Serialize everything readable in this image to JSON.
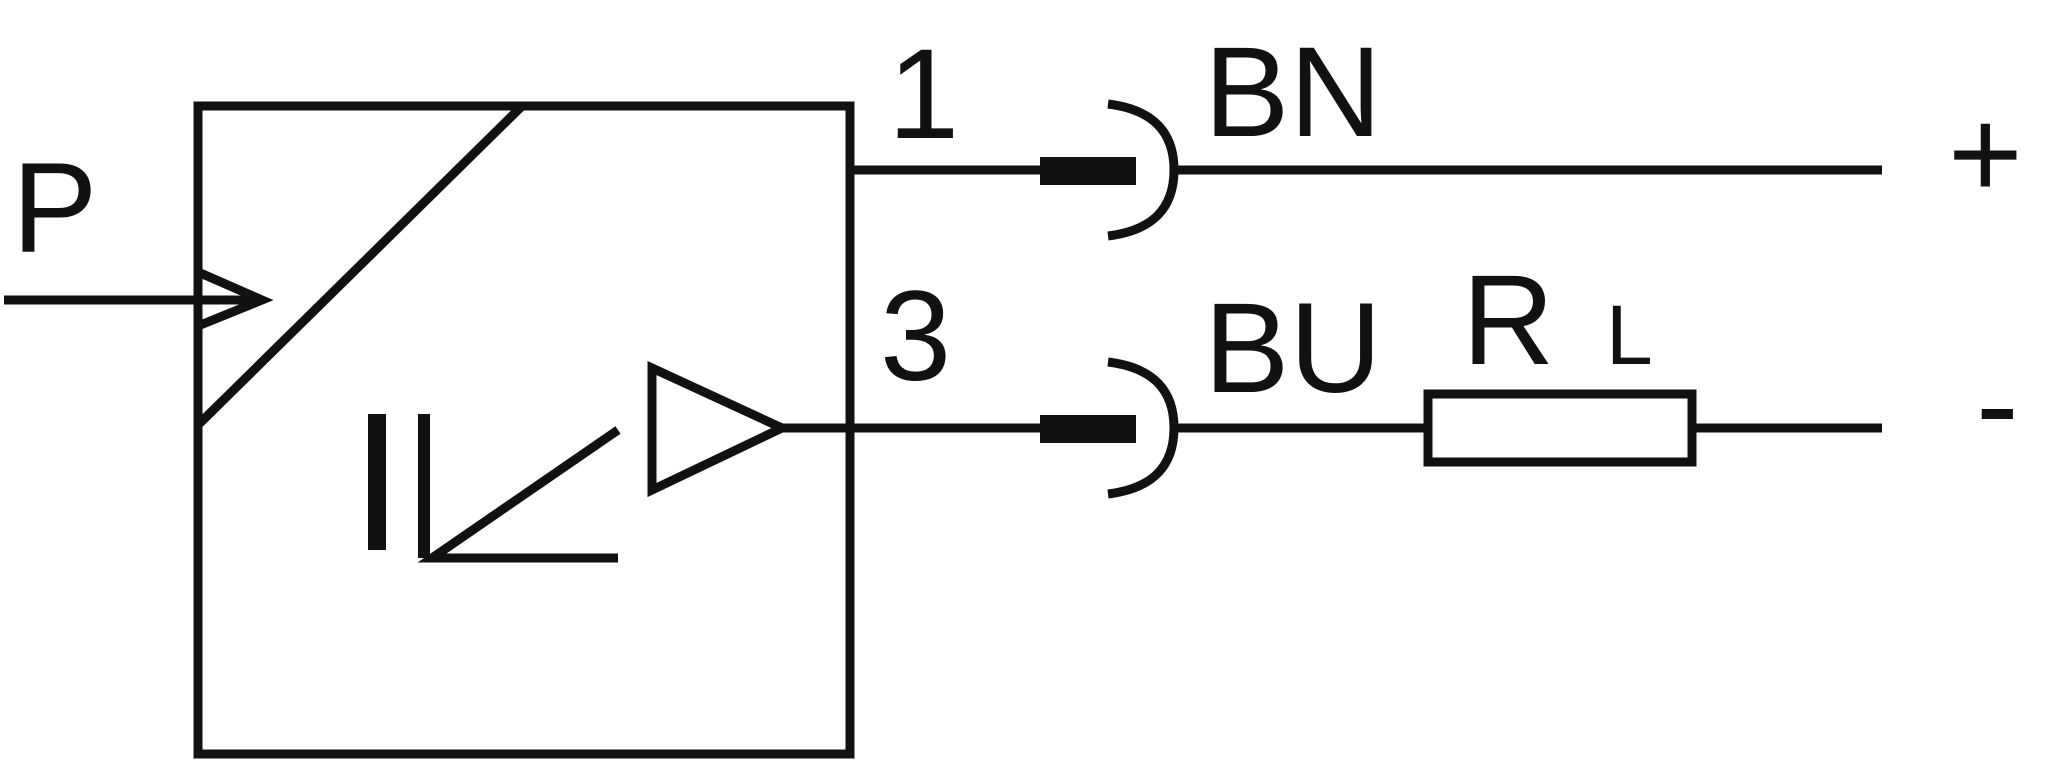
{
  "diagram": {
    "input_label": "P",
    "current_symbol": "I",
    "pins": [
      {
        "number": "1",
        "wire_color": "BN",
        "polarity": "+"
      },
      {
        "number": "3",
        "wire_color": "BU",
        "polarity": "-"
      }
    ],
    "load_resistor": {
      "symbol": "R",
      "subscript": "L"
    }
  },
  "colors": {
    "stroke": "#111111",
    "background": "#ffffff"
  }
}
